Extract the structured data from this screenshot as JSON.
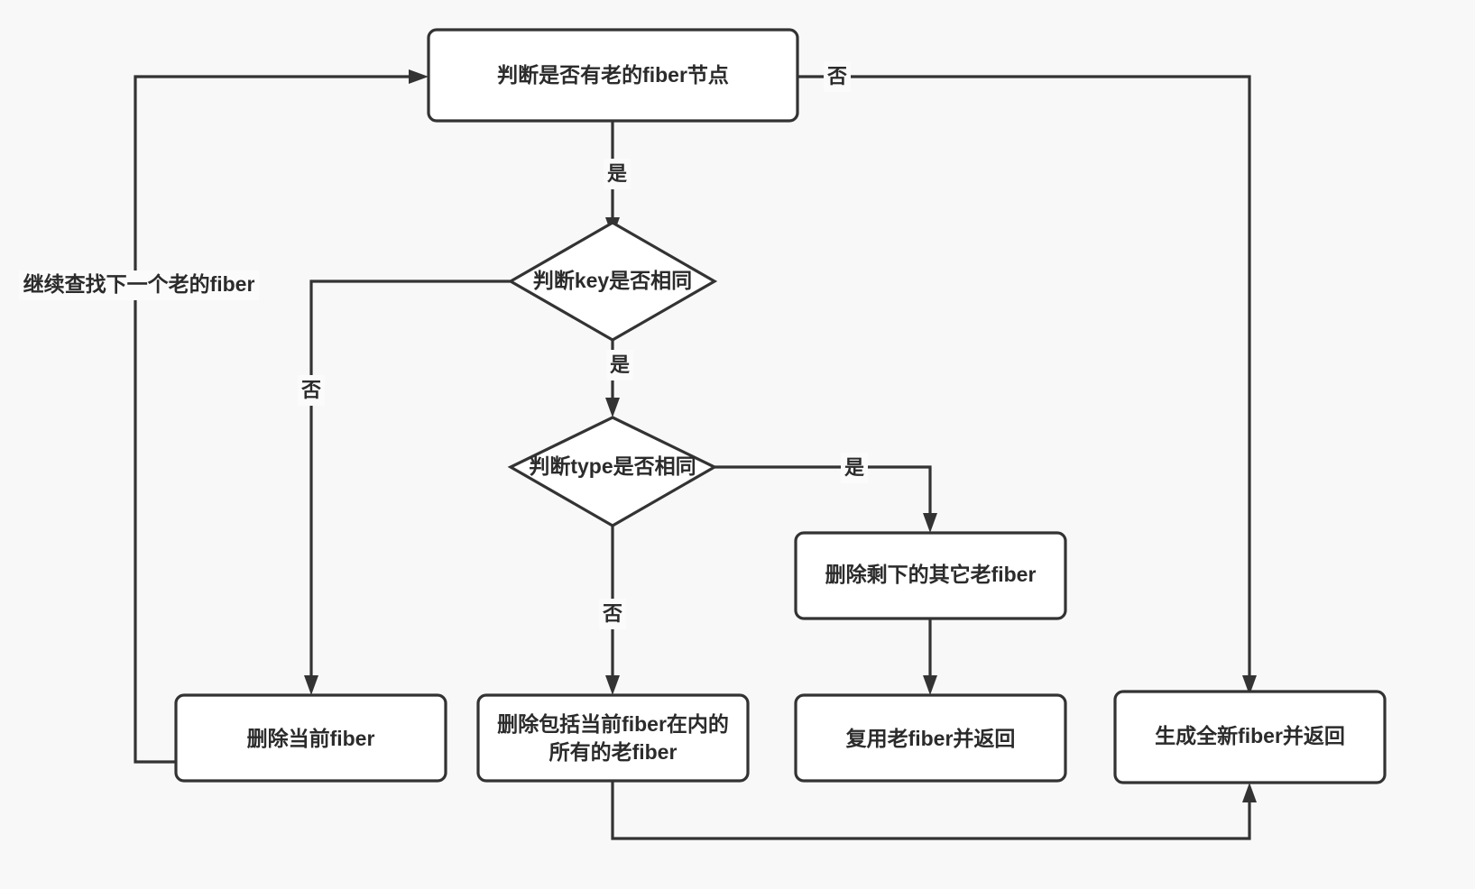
{
  "diagram": {
    "title": "React fiber diff flowchart",
    "background_color": "#f8f8f8",
    "node_fill": "#ffffff",
    "stroke_color": "#333333",
    "text_color": "#2b2b2b",
    "nodes": {
      "has_old_fiber": {
        "label": "判断是否有老的fiber节点",
        "shape": "rounded-rect"
      },
      "key_same": {
        "label": "判断key是否相同",
        "shape": "diamond"
      },
      "type_same": {
        "label": "判断type是否相同",
        "shape": "diamond"
      },
      "delete_rest_old": {
        "label": "删除剩下的其它老fiber",
        "shape": "rounded-rect"
      },
      "delete_current": {
        "label": "删除当前fiber",
        "shape": "rounded-rect"
      },
      "delete_all_old_line1": {
        "label": "删除包括当前fiber在内的",
        "shape": "rounded-rect"
      },
      "delete_all_old_line2": {
        "label": "所有的老fiber",
        "shape": "rounded-rect"
      },
      "reuse_old": {
        "label": "复用老fiber并返回",
        "shape": "rounded-rect"
      },
      "create_new": {
        "label": "生成全新fiber并返回",
        "shape": "rounded-rect"
      }
    },
    "edge_labels": {
      "has_old_fiber_no": "否",
      "has_old_fiber_yes": "是",
      "key_same_no": "否",
      "key_same_yes": "是",
      "type_same_yes": "是",
      "type_same_no": "否",
      "loop_back": "继续查找下一个老的fiber"
    }
  }
}
